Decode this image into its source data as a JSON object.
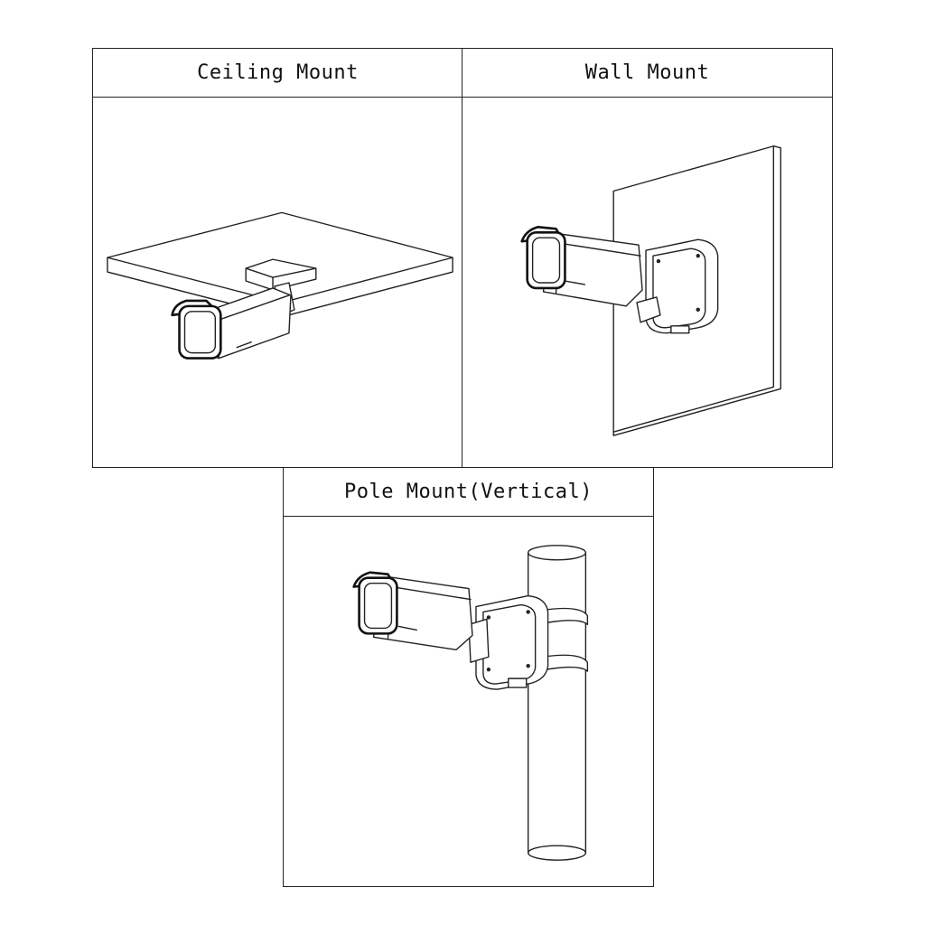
{
  "panels": {
    "ceiling": {
      "title": "Ceiling Mount"
    },
    "wall": {
      "title": "Wall Mount"
    },
    "pole": {
      "title": "Pole Mount(Vertical)"
    }
  },
  "colors": {
    "line": "#222222",
    "background": "#ffffff"
  },
  "icons": [
    "ceiling-illustration",
    "wall-illustration",
    "pole-illustration",
    "bullet-camera-icon"
  ]
}
